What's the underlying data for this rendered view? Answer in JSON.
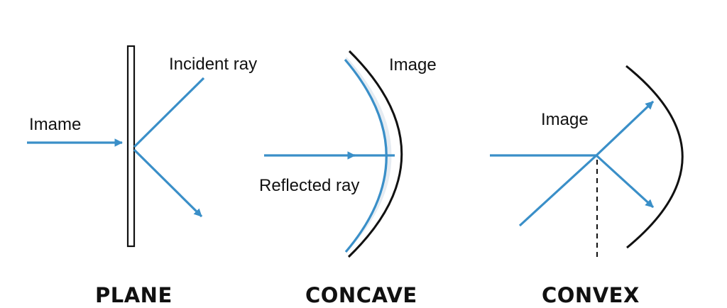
{
  "colors": {
    "ray": "#3a8fc8",
    "mirror": "#111111",
    "mirror_fill": "#ffffff",
    "concave_tint": "#e6ecf2",
    "text": "#111111"
  },
  "panels": {
    "plane": {
      "title": "PLANE",
      "labels": {
        "left": "Imame",
        "top": "Incident ray"
      }
    },
    "concave": {
      "title": "CONCAVE",
      "labels": {
        "top": "Image",
        "bottom": "Reflected ray"
      }
    },
    "convex": {
      "title": "CONVEX",
      "labels": {
        "top": "Image"
      }
    }
  }
}
